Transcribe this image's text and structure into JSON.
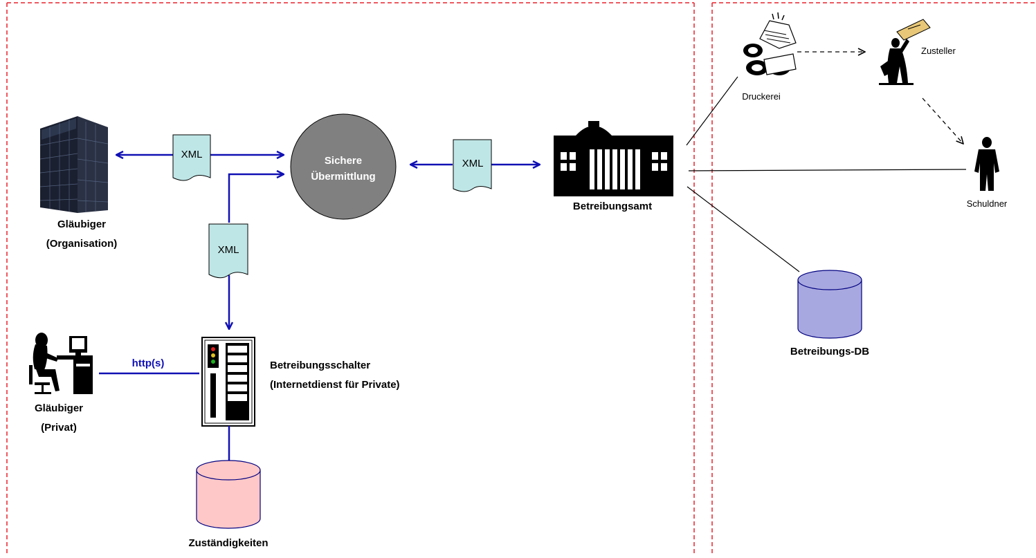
{
  "colors": {
    "zone_border": "#e8202a",
    "arrow": "#1010b4",
    "document_fill": "#bfe6e6",
    "secure_circle": "#808080",
    "db_creditor_fill": "#ffc8c8",
    "db_main_fill": "#a8a8e0",
    "connector": "#000000"
  },
  "nodes": {
    "glaeubiger_org": {
      "label_line1": "Gläubiger",
      "label_line2": "(Organisation)",
      "icon": "office-building-icon"
    },
    "sichere_uebermittlung": {
      "label_line1": "Sichere",
      "label_line2": "Übermittlung"
    },
    "betreibungsamt": {
      "label": "Betreibungsamt",
      "icon": "government-building-icon"
    },
    "glaeubiger_privat": {
      "label_line1": "Gläubiger",
      "label_line2": "(Privat)",
      "icon": "person-at-computer-icon"
    },
    "betreibungsschalter": {
      "label_line1": "Betreibungsschalter",
      "label_line2": "(Internetdienst für Private)",
      "icon": "server-rack-icon"
    },
    "zustaendigkeiten": {
      "label": "Zuständigkeiten",
      "icon": "database-icon"
    },
    "druckerei": {
      "label": "Druckerei",
      "icon": "printing-press-icon"
    },
    "zusteller": {
      "label": "Zusteller",
      "icon": "mail-carrier-icon"
    },
    "schuldner": {
      "label": "Schuldner",
      "icon": "standing-person-icon"
    },
    "betreibungs_db": {
      "label": "Betreibungs-DB",
      "icon": "database-icon"
    }
  },
  "documents": {
    "xml_left": "XML",
    "xml_right": "XML",
    "xml_down": "XML"
  },
  "edges": {
    "http_label": "http(s)"
  }
}
